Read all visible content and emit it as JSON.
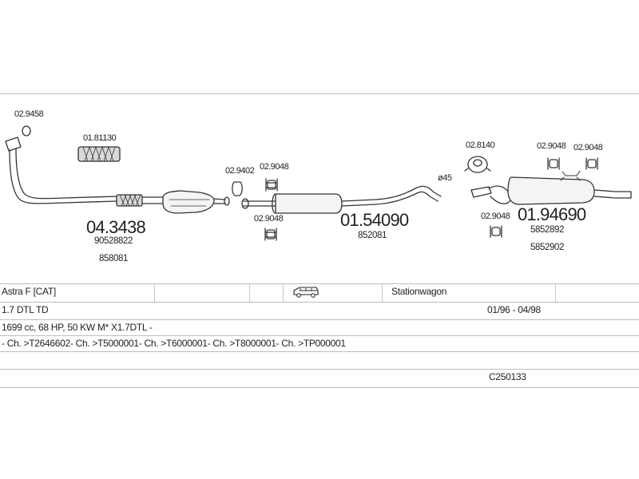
{
  "parts": {
    "gasket_top": "02.9458",
    "flex_pipe": "01.81130",
    "front_pipe": "04.3438",
    "front_ref_1": "90528822",
    "front_ref_2": "858081",
    "seal_a": "02.9402",
    "hanger_a": "02.9048",
    "hanger_b": "02.9048",
    "middle_silencer": "01.54090",
    "middle_ref": "852081",
    "clamp_label": "ø45",
    "bracket": "02.8140",
    "hanger_c": "02.9048",
    "hanger_d": "02.9048",
    "hanger_e": "02.9048",
    "rear_silencer": "01.94690",
    "rear_ref_1": "5852892",
    "rear_ref_2": "5852902"
  },
  "vehicle": {
    "model": "Astra F  [CAT]",
    "body_type": "Stationwagon",
    "engine": "1.7 DTL TD",
    "period": "01/96 - 04/98",
    "specs": "1699 cc, 68 HP, 50 KW M* X1.7DTL -",
    "chassis": "- Ch. >T2646602- Ch. >T5000001- Ch. >T6000001- Ch. >T8000001- Ch. >TP000001",
    "code": "C250133"
  },
  "icons": {
    "body": "station-wagon-car-icon"
  }
}
